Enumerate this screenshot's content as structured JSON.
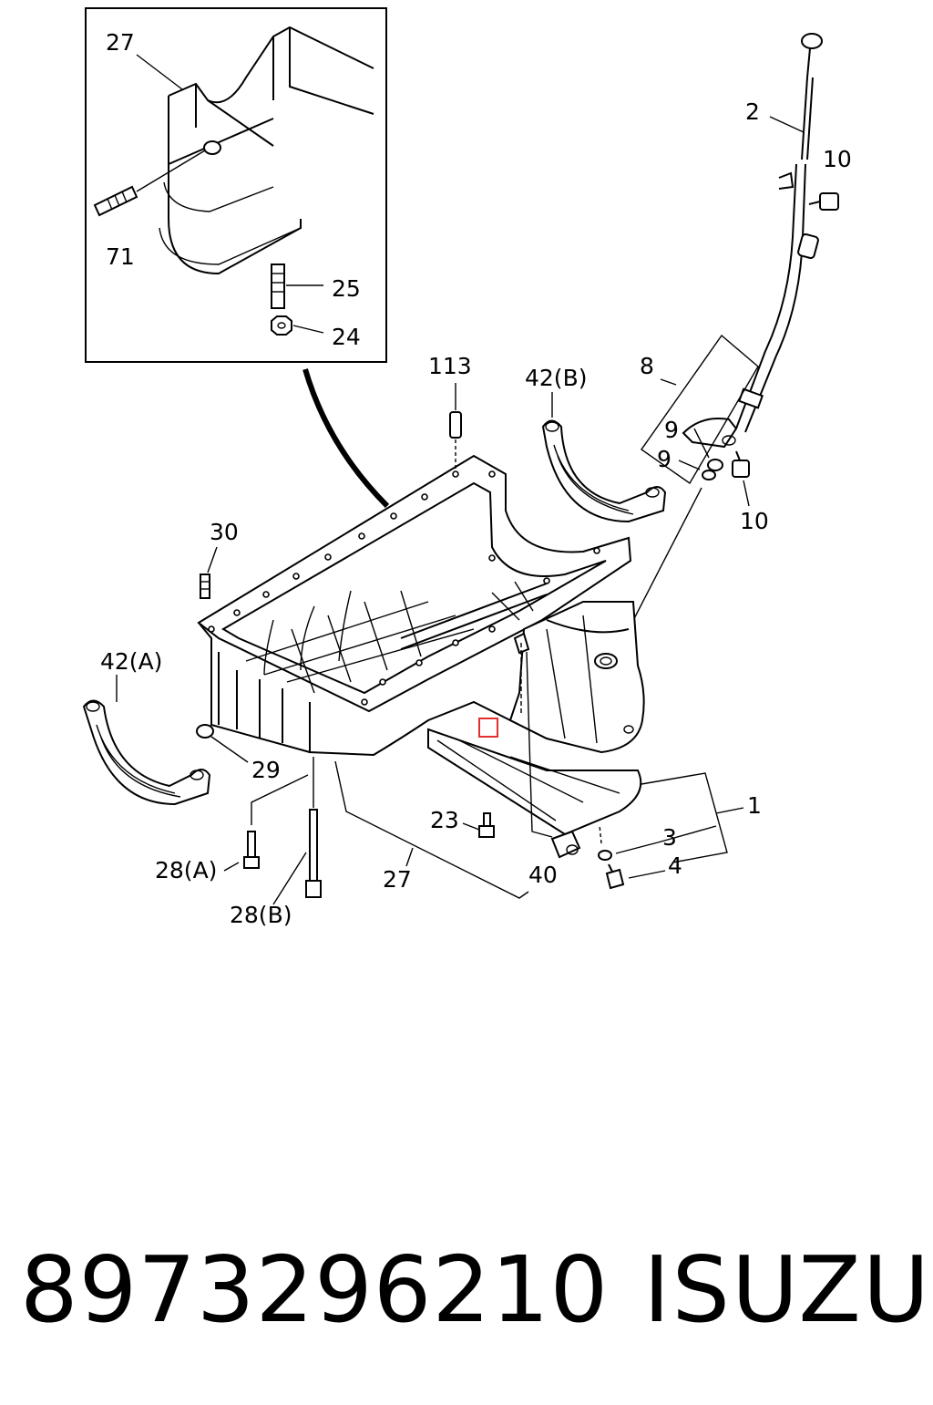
{
  "diagram": {
    "inset_labels": [
      "27",
      "71",
      "25",
      "24"
    ],
    "callouts": {
      "c1": "1",
      "c2": "2",
      "c3": "3",
      "c4": "4",
      "c8": "8",
      "c9a": "9",
      "c9b": "9",
      "c10a": "10",
      "c10b": "10",
      "c23": "23",
      "c27": "27",
      "c28a": "28(A)",
      "c28b": "28(B)",
      "c29": "29",
      "c30": "30",
      "c40": "40",
      "c42a": "42(A)",
      "c42b": "42(B)",
      "c113": "113"
    },
    "highlight_color": "#e03030"
  },
  "footer": {
    "part_number": "8973296210",
    "brand": "ISUZU"
  }
}
